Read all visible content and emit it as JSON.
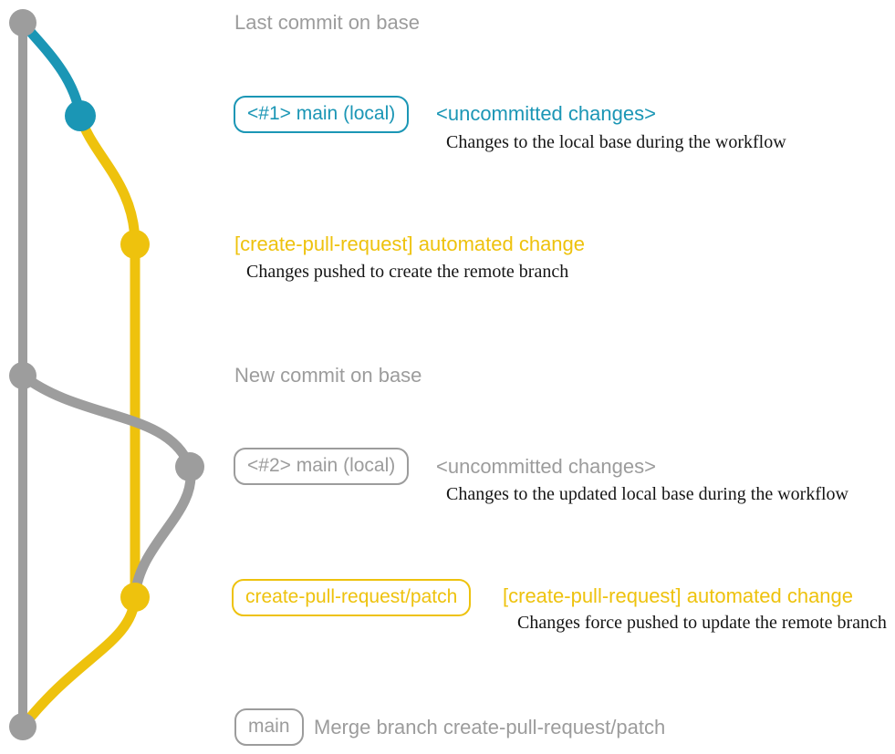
{
  "theme": {
    "colors": {
      "teal": "#1b96b5",
      "yellow": "#eec20d",
      "gray": "#9c9c9c",
      "graphgray": "#9d9d9d",
      "ink": "#151515",
      "bg": "#ffffff"
    }
  },
  "diagram": {
    "branches": [
      {
        "name": "base",
        "color": "gray"
      },
      {
        "name": "main-local-1",
        "color": "teal"
      },
      {
        "name": "create-pull-request/patch",
        "color": "yellow"
      },
      {
        "name": "main-local-2",
        "color": "gray"
      }
    ],
    "commit_count": 7
  },
  "rows": {
    "r0": {
      "text": "Last commit on base"
    },
    "r1": {
      "badge": "<#1> main (local)",
      "title": "<uncommitted changes>",
      "desc": "Changes to the local base during the workflow"
    },
    "r2": {
      "title": "[create-pull-request] automated change",
      "desc": "Changes pushed to create the remote branch"
    },
    "r3": {
      "text": "New commit on base"
    },
    "r4": {
      "badge": "<#2> main (local)",
      "title": "<uncommitted changes>",
      "desc": "Changes to the updated local base during the workflow"
    },
    "r5": {
      "badge": "create-pull-request/patch",
      "title": "[create-pull-request] automated change",
      "desc": "Changes force pushed to update the remote branch"
    },
    "r6": {
      "badge": "main",
      "title": "Merge branch create-pull-request/patch"
    }
  }
}
